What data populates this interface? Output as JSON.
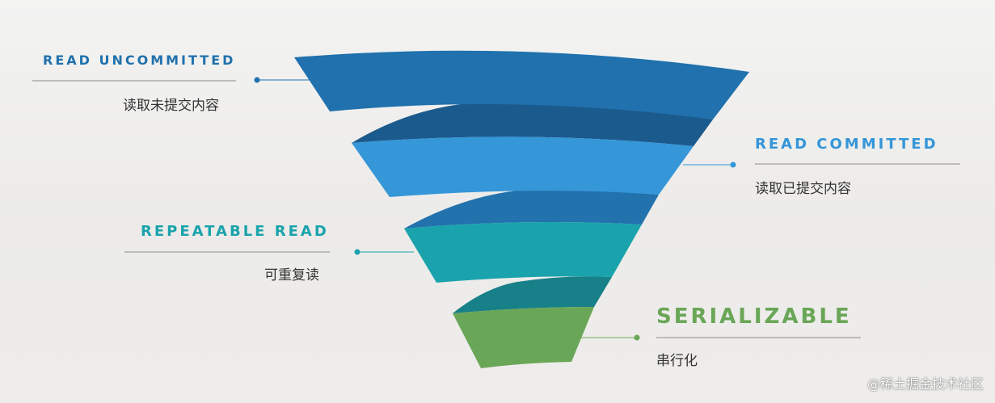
{
  "levels": [
    {
      "label": "READ UNCOMMITTED",
      "description": "读取未提交内容",
      "color": "#2071ad"
    },
    {
      "label": "READ COMMITTED",
      "description": "读取已提交内容",
      "color": "#3596d8"
    },
    {
      "label": "REPEATABLE READ",
      "description": "可重复读",
      "color": "#1aa3ac"
    },
    {
      "label": "SERIALIZABLE",
      "description": "串行化",
      "color": "#6aa657"
    }
  ],
  "colors": {
    "level1_dark": "#1b5a8c",
    "level2_dark": "#2272ad",
    "level3_dark": "#178088",
    "line": "#8a8a8a"
  },
  "watermark": "@稀土掘金技术社区"
}
